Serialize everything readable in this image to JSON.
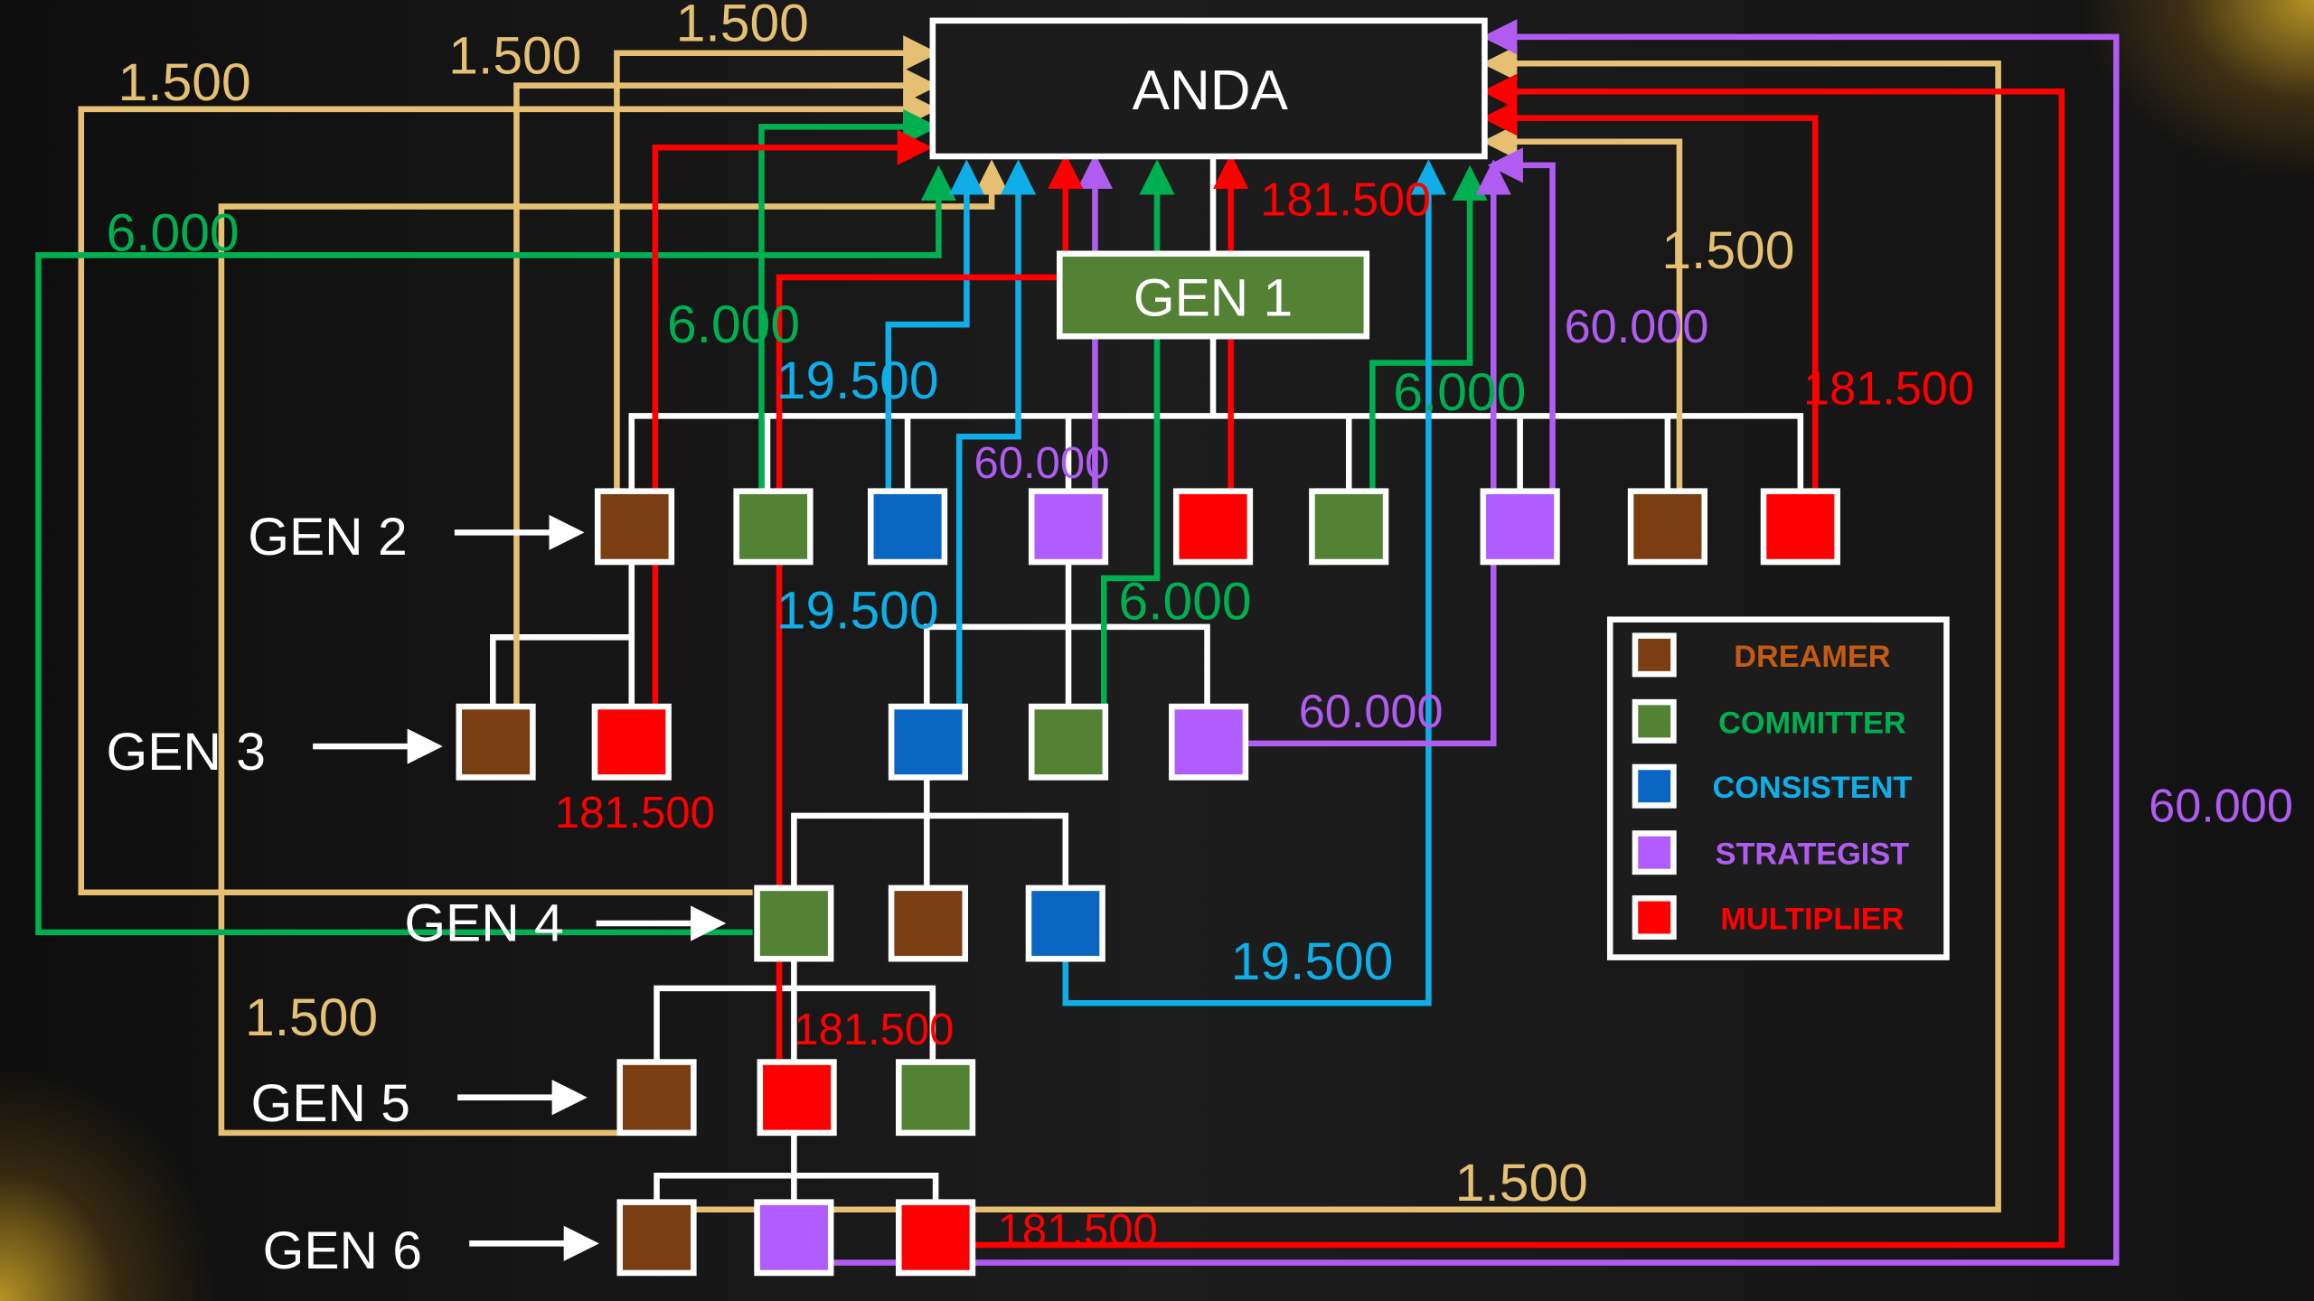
{
  "colors": {
    "tree": "#ffffff",
    "dreamer": "#7b3d12",
    "committer": "#548235",
    "consistent": "#0a66c2",
    "strategist": "#b05cff",
    "multiplier": "#ff0000",
    "gold_line": "#e5c073",
    "green_line": "#00b050",
    "blue_line": "#10aee8",
    "purple_line": "#b05cf0",
    "red_line": "#ff0000"
  },
  "root": {
    "label": "ANDA"
  },
  "gen1": {
    "label": "GEN 1"
  },
  "generations": [
    {
      "label": "GEN 2",
      "nodes": [
        "dreamer",
        "committer",
        "consistent",
        "strategist",
        "multiplier",
        "committer",
        "strategist",
        "dreamer",
        "multiplier"
      ]
    },
    {
      "label": "GEN 3",
      "nodes": [
        "dreamer",
        "multiplier",
        "consistent",
        "committer",
        "strategist"
      ]
    },
    {
      "label": "GEN 4",
      "nodes": [
        "committer",
        "dreamer",
        "consistent"
      ]
    },
    {
      "label": "GEN 5",
      "nodes": [
        "dreamer",
        "multiplier",
        "committer"
      ]
    },
    {
      "label": "GEN 6",
      "nodes": [
        "dreamer",
        "strategist",
        "multiplier"
      ]
    }
  ],
  "legend": {
    "items": [
      {
        "key": "dreamer",
        "label": "DREAMER",
        "text_color": "#c55a11"
      },
      {
        "key": "committer",
        "label": "COMMITTER",
        "text_color": "#00b050"
      },
      {
        "key": "consistent",
        "label": "CONSISTENT",
        "text_color": "#10aee8"
      },
      {
        "key": "strategist",
        "label": "STRATEGIST",
        "text_color": "#b05cf0"
      },
      {
        "key": "multiplier",
        "label": "MULTIPLIER",
        "text_color": "#ff0000"
      }
    ]
  },
  "payouts": {
    "dreamer": "1.500",
    "committer": "6.000",
    "consistent": "19.500",
    "strategist": "60.000",
    "multiplier": "181.500"
  },
  "value_labels": [
    {
      "text": "1.500",
      "color": "gold_line"
    },
    {
      "text": "1.500",
      "color": "gold_line"
    },
    {
      "text": "1.500",
      "color": "gold_line"
    },
    {
      "text": "6.000",
      "color": "green_line"
    },
    {
      "text": "6.000",
      "color": "green_line"
    },
    {
      "text": "19.500",
      "color": "blue_line"
    },
    {
      "text": "60.000",
      "color": "purple_line"
    },
    {
      "text": "181.500",
      "color": "red_line"
    },
    {
      "text": "1.500",
      "color": "gold_line"
    },
    {
      "text": "60.000",
      "color": "purple_line"
    },
    {
      "text": "6.000",
      "color": "green_line"
    },
    {
      "text": "181.500",
      "color": "red_line"
    },
    {
      "text": "19.500",
      "color": "blue_line"
    },
    {
      "text": "6.000",
      "color": "green_line"
    },
    {
      "text": "181.500",
      "color": "red_line"
    },
    {
      "text": "60.000",
      "color": "purple_line"
    },
    {
      "text": "60.000",
      "color": "purple_line"
    },
    {
      "text": "19.500",
      "color": "blue_line"
    },
    {
      "text": "1.500",
      "color": "gold_line"
    },
    {
      "text": "181.500",
      "color": "red_line"
    },
    {
      "text": "1.500",
      "color": "gold_line"
    },
    {
      "text": "181.500",
      "color": "red_line"
    }
  ]
}
